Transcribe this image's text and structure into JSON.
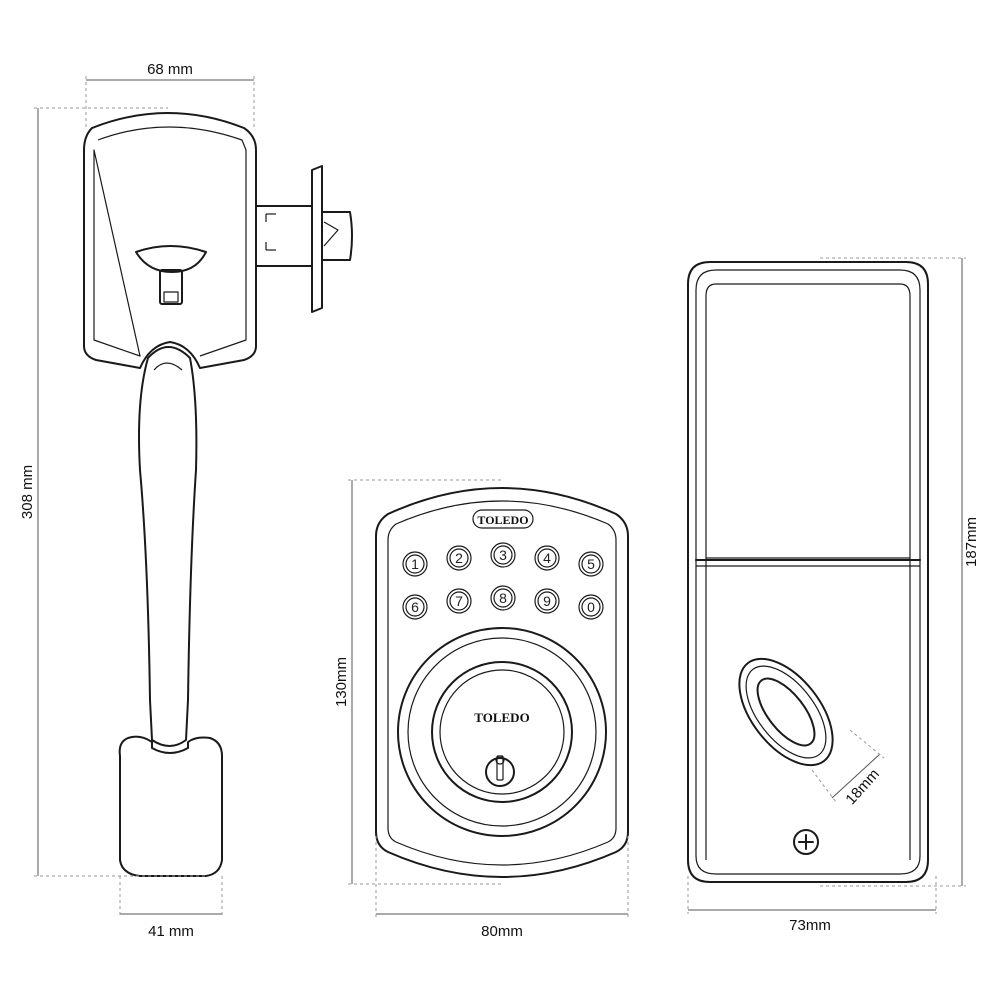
{
  "dimensions": {
    "handleset_width": "68 mm",
    "handleset_height": "308 mm",
    "handle_grip_width": "41 mm",
    "keypad_height": "130mm",
    "keypad_width": "80mm",
    "interior_height": "187mm",
    "interior_width": "73mm",
    "thumbturn_size": "18mm"
  },
  "brand": {
    "keypad_logo": "TOLEDO",
    "cylinder_logo": "TOLEDO"
  },
  "keypad": {
    "row1": [
      "1",
      "2",
      "3",
      "4",
      "5"
    ],
    "row2": [
      "6",
      "7",
      "8",
      "9",
      "0"
    ]
  },
  "colors": {
    "line": "#1a1a1a",
    "background": "#ffffff"
  }
}
